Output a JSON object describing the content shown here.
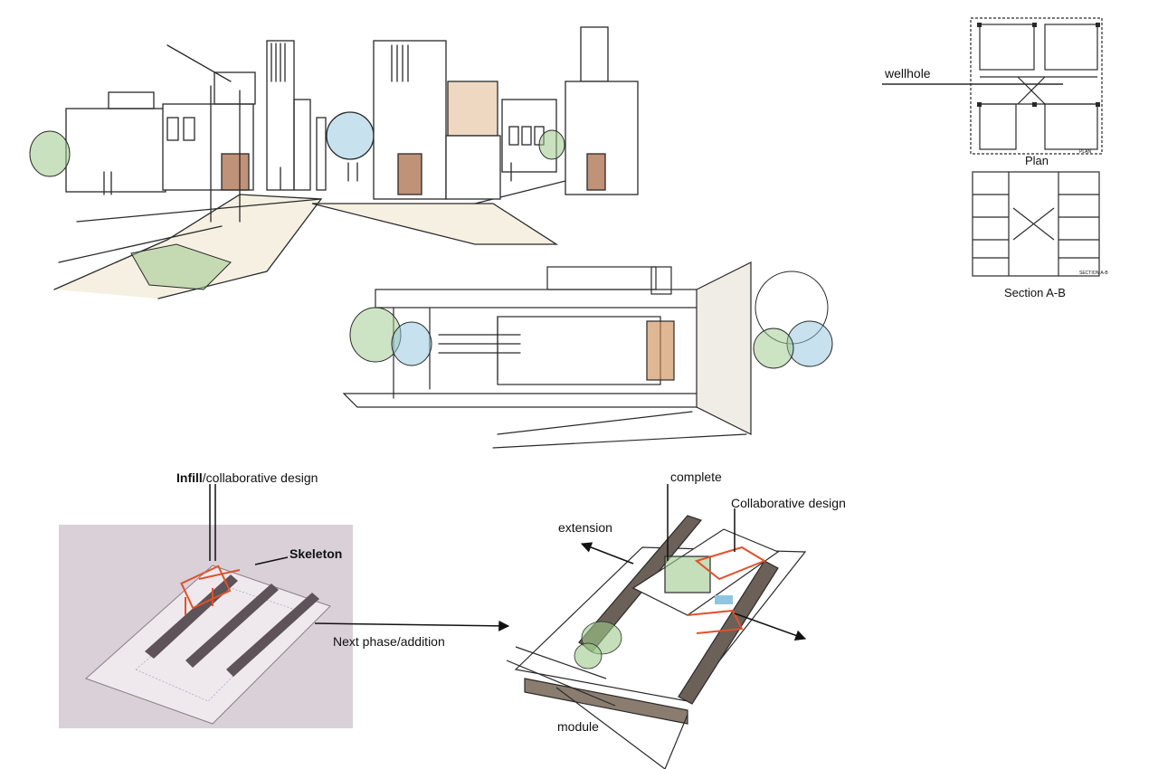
{
  "plan": {
    "wellhole_label": "wellhole",
    "plan_label": "Plan",
    "section_label": "Section A-B",
    "plan_tag": "PLAN",
    "section_tag": "SECTION A-B"
  },
  "model": {
    "infill_bold": "Infill",
    "infill_rest": "/collaborative design",
    "skeleton_label": "Skeleton"
  },
  "arrow": {
    "next_phase_label": "Next phase/addition"
  },
  "extended_model": {
    "complete_label": "complete",
    "collaborative_label": "Collaborative design",
    "extension_label": "extension",
    "module_label": "module"
  },
  "colors": {
    "sketch_line": "#2a2a2a",
    "tree_green": "#9cc98a",
    "glass_blue": "#8fc6de",
    "door_brown": "#a5643f",
    "skeleton_red": "#e0522c",
    "paper_path": "#efe6cf"
  }
}
